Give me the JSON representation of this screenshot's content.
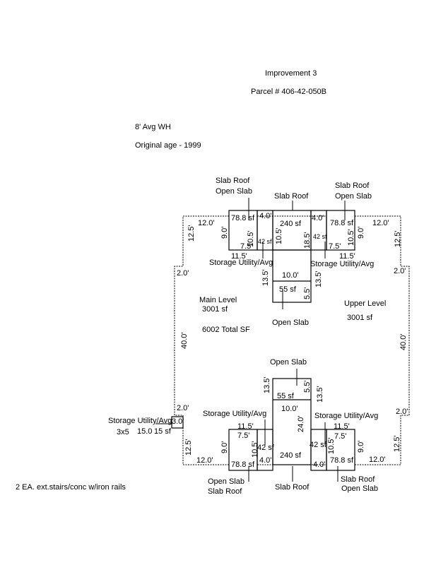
{
  "header": {
    "improvement": "Improvement 3",
    "parcel": "Parcel # 406-42-050B",
    "wall_height": "8' Avg WH",
    "original_age": "Original age - 1999"
  },
  "notes": {
    "stairs": "2 EA. ext.stairs/conc w/iron rails",
    "main_level": "Main Level",
    "main_area": "3001 sf",
    "upper_level": "Upper Level",
    "upper_area": "3001 sf",
    "total": "6002 Total SF"
  },
  "labels": {
    "slab_roof": "Slab Roof",
    "open_slab": "Open Slab",
    "storage_utility": "Storage Utility/Avg",
    "area_78": "78.8 sf",
    "area_240": "240 sf",
    "area_42": "42 sf",
    "area_55": "55 sf",
    "area_15": "15 sf",
    "size_3x5": "3x5"
  },
  "dims": {
    "d12_0": "12.0'",
    "d12_5": "12.5'",
    "d2_0": "2.0'",
    "d40_0": "40.0'",
    "d9_0": "9.0'",
    "d10_5": "10.5'",
    "d7_5": "7.5'",
    "d11_5": "11.5'",
    "d4_0": "4.0'",
    "d18_5": "18.5'",
    "d13_5": "13.5'",
    "d10_0": "10.0'",
    "d5_5": "5.5'",
    "d24_0": "24.0'",
    "d15_0": "15.0",
    "d3_0": "3.0'"
  }
}
